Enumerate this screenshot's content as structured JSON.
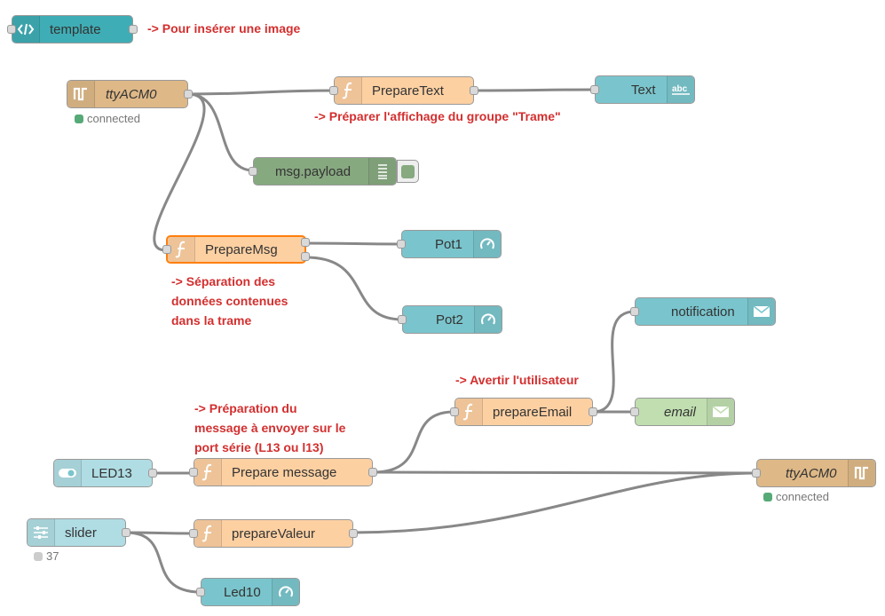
{
  "colors": {
    "template": "#3fadb5",
    "serial": "#deb887",
    "function": "#fdd0a2",
    "function_selected_border": "#ff7f0e",
    "ui_widget": "#7ac5cd",
    "debug": "#87a980",
    "email": "#c0deb0",
    "ui_input": "#b0dde4",
    "note_text": "#d32f2f",
    "status_green": "#55aa77",
    "status_grey": "#cccccc",
    "wire": "#888888"
  },
  "nodes": {
    "template": {
      "label": "template",
      "icon": "code-icon"
    },
    "serial_in": {
      "label": "ttyACM0",
      "icon": "serial-icon",
      "status": "connected"
    },
    "prepare_text": {
      "label": "PrepareText",
      "icon": "function-icon"
    },
    "text": {
      "label": "Text",
      "icon": "text-abc-icon"
    },
    "debug": {
      "label": "msg.payload",
      "icon": "debug-list-icon"
    },
    "prepare_msg": {
      "label": "PrepareMsg",
      "icon": "function-icon"
    },
    "pot1": {
      "label": "Pot1",
      "icon": "gauge-icon"
    },
    "pot2": {
      "label": "Pot2",
      "icon": "gauge-icon"
    },
    "notification": {
      "label": "notification",
      "icon": "envelope-icon"
    },
    "prepare_email": {
      "label": "prepareEmail",
      "icon": "function-icon"
    },
    "email": {
      "label": "email",
      "icon": "envelope-icon"
    },
    "led13": {
      "label": "LED13",
      "icon": "switch-icon"
    },
    "prepare_message": {
      "label": "Prepare message",
      "icon": "function-icon"
    },
    "serial_out": {
      "label": "ttyACM0",
      "icon": "serial-icon",
      "status": "connected"
    },
    "slider": {
      "label": "slider",
      "icon": "slider-icon",
      "status": "37"
    },
    "prepare_valeur": {
      "label": "prepareValeur",
      "icon": "function-icon"
    },
    "led10": {
      "label": "Led10",
      "icon": "gauge-icon"
    }
  },
  "notes": {
    "template": "-> Pour insérer une image",
    "prepare_text": "-> Préparer l'affichage du groupe \"Trame\"",
    "prepare_msg": [
      "-> Séparation des",
      "données contenues",
      "dans la trame"
    ],
    "alert": "-> Avertir l'utilisateur",
    "prepare_message": [
      "-> Préparation du",
      "message à envoyer sur le",
      "port série (L13 ou l13)"
    ]
  }
}
